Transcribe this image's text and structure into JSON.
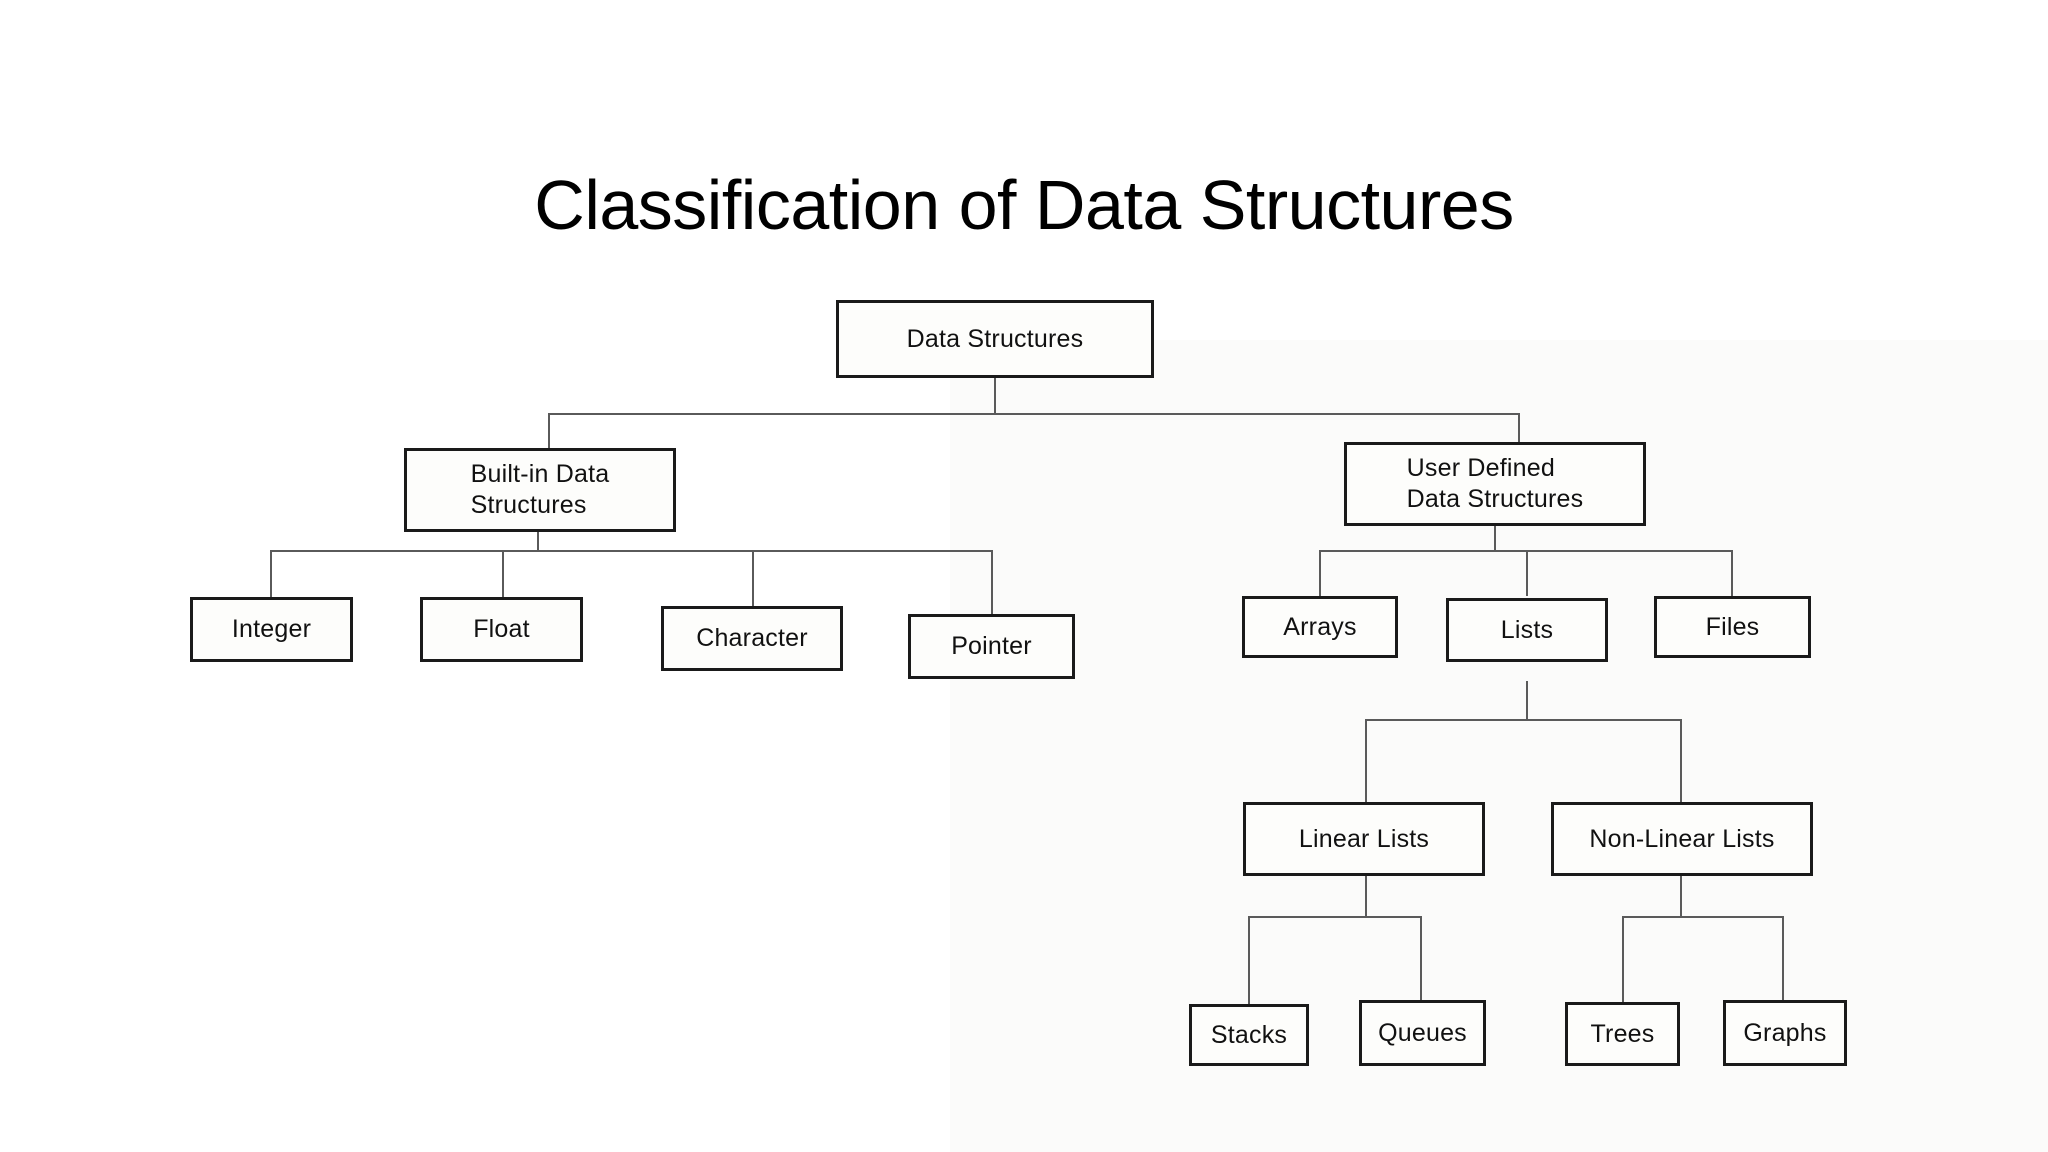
{
  "slide": {
    "title": "Classification of Data Structures",
    "background_color": "#ffffff",
    "text_color": "#000000",
    "box_border_color": "#1a1a1a",
    "connector_color": "#5a5a5a"
  },
  "chart_data": {
    "type": "diagram",
    "diagram_type": "tree-hierarchy",
    "title": "Classification of Data Structures",
    "root": "Data Structures",
    "nodes": [
      {
        "id": "data-structures",
        "label": "Data Structures",
        "level": 0
      },
      {
        "id": "built-in",
        "label": "Built-in Data\nStructures",
        "level": 1
      },
      {
        "id": "user-defined",
        "label": "User Defined\nData Structures",
        "level": 1
      },
      {
        "id": "integer",
        "label": "Integer",
        "level": 2
      },
      {
        "id": "float",
        "label": "Float",
        "level": 2
      },
      {
        "id": "character",
        "label": "Character",
        "level": 2
      },
      {
        "id": "pointer",
        "label": "Pointer",
        "level": 2
      },
      {
        "id": "arrays",
        "label": "Arrays",
        "level": 2
      },
      {
        "id": "lists",
        "label": "Lists",
        "level": 2
      },
      {
        "id": "files",
        "label": "Files",
        "level": 2
      },
      {
        "id": "linear-lists",
        "label": "Linear Lists",
        "level": 3
      },
      {
        "id": "non-linear-lists",
        "label": "Non-Linear Lists",
        "level": 3
      },
      {
        "id": "stacks",
        "label": "Stacks",
        "level": 4
      },
      {
        "id": "queues",
        "label": "Queues",
        "level": 4
      },
      {
        "id": "trees",
        "label": "Trees",
        "level": 4
      },
      {
        "id": "graphs",
        "label": "Graphs",
        "level": 4
      }
    ],
    "edges": [
      {
        "from": "data-structures",
        "to": "built-in"
      },
      {
        "from": "data-structures",
        "to": "user-defined"
      },
      {
        "from": "built-in",
        "to": "integer"
      },
      {
        "from": "built-in",
        "to": "float"
      },
      {
        "from": "built-in",
        "to": "character"
      },
      {
        "from": "built-in",
        "to": "pointer"
      },
      {
        "from": "user-defined",
        "to": "arrays"
      },
      {
        "from": "user-defined",
        "to": "lists"
      },
      {
        "from": "user-defined",
        "to": "files"
      },
      {
        "from": "lists",
        "to": "linear-lists"
      },
      {
        "from": "lists",
        "to": "non-linear-lists"
      },
      {
        "from": "linear-lists",
        "to": "stacks"
      },
      {
        "from": "linear-lists",
        "to": "queues"
      },
      {
        "from": "non-linear-lists",
        "to": "trees"
      },
      {
        "from": "non-linear-lists",
        "to": "graphs"
      }
    ]
  },
  "boxes": {
    "data_structures": "Data Structures",
    "built_in": "Built-in Data\nStructures",
    "user_defined": "User Defined\nData Structures",
    "integer": "Integer",
    "float": "Float",
    "character": "Character",
    "pointer": "Pointer",
    "arrays": "Arrays",
    "lists": "Lists",
    "files": "Files",
    "linear_lists": "Linear Lists",
    "non_linear_lists": "Non-Linear Lists",
    "stacks": "Stacks",
    "queues": "Queues",
    "trees": "Trees",
    "graphs": "Graphs"
  }
}
